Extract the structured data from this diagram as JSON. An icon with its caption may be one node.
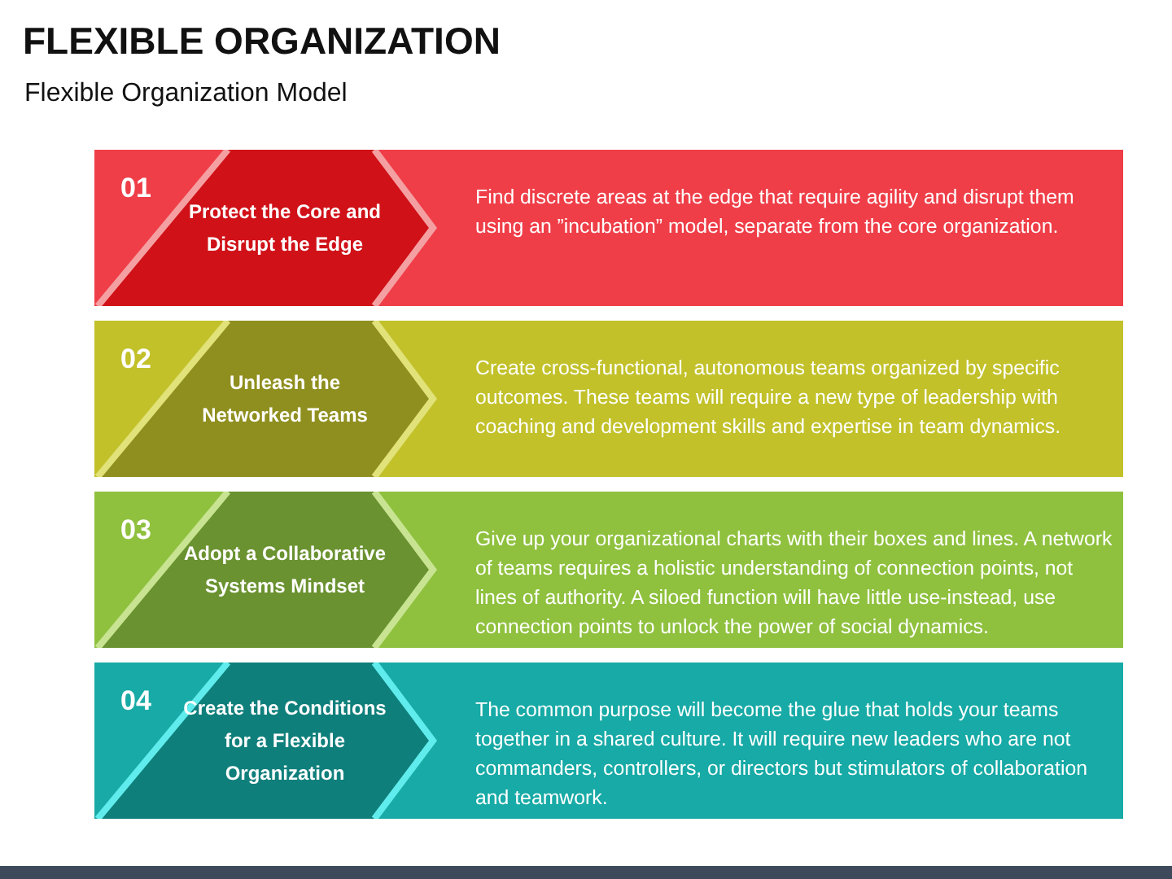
{
  "diagram": {
    "title": "FLEXIBLE ORGANIZATION",
    "caption": "Flexible Organization Model",
    "nodes": [
      {
        "text": [
          "01",
          "Find discrete areas at the edge that require agility and disrupt them using an ”incubation” model, separate from the core organization."
        ]
      },
      {
        "text": [
          "Protect the Core and Disrupt the Edge"
        ],
        "in": 0
      },
      {
        "text": [
          "02",
          "Create cross-functional, autonomous teams organized by specific outcomes. These teams will require a new type of leadership with coaching and development skills and expertise in team dynamics."
        ]
      },
      {
        "text": [
          "Unleash the Networked Teams"
        ],
        "in": 2
      },
      {
        "text": [
          "03",
          "Give up your organizational charts with their boxes and lines. A network of teams requires a holistic understanding of connection points, not lines of authority. A siloed function will have little use-instead, use connection points to unlock the power of social dynamics."
        ]
      },
      {
        "text": [
          "Adopt a Collaborative Systems Mindset"
        ],
        "in": 4
      },
      {
        "text": [
          "04",
          "The common purpose will become the glue that holds your teams together in a shared culture. It will require new leaders who are not commanders, controllers, or directors but stimulators of collaboration and teamwork."
        ]
      },
      {
        "text": [
          "Create the Conditions for a Flexible Organization"
        ],
        "in": 6
      }
    ]
  }
}
